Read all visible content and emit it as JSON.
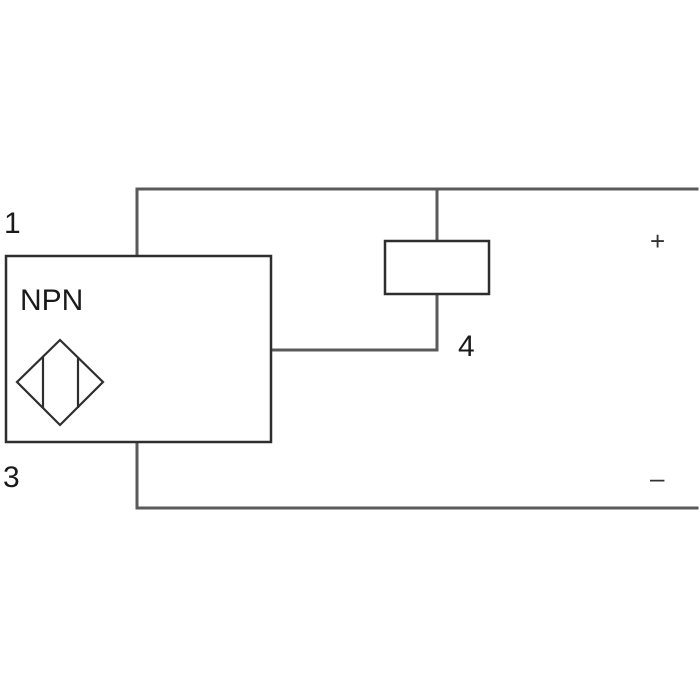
{
  "diagram": {
    "sensor_type": "NPN",
    "pins": {
      "p1": "1",
      "p3": "3",
      "p4": "4"
    },
    "polarity": {
      "plus": "+",
      "minus": "–"
    },
    "icons": {
      "sensor_symbol": "inductive-sensor-icon",
      "load": "load-rectangle-icon"
    },
    "colors": {
      "wire": "#5a5a5a",
      "outline": "#2e2e2e",
      "text": "#1a1a1a"
    }
  }
}
